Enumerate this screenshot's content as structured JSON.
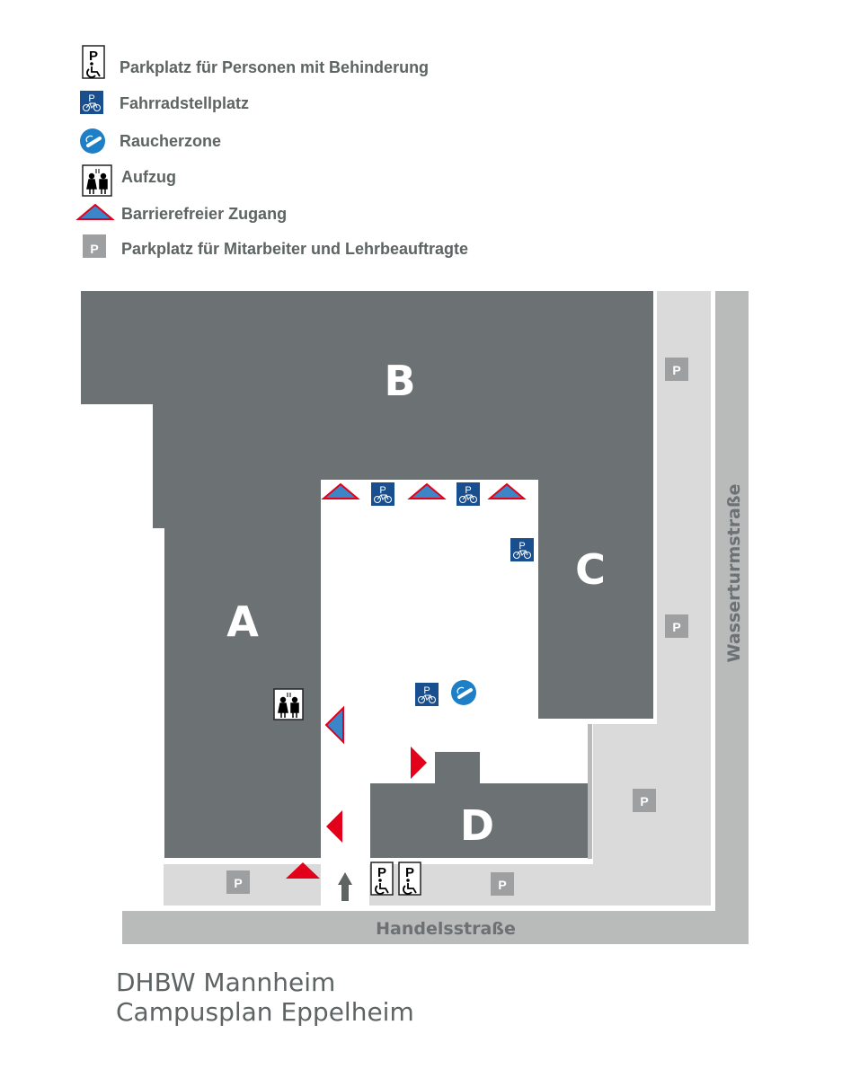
{
  "legend": [
    {
      "icon": "wheelchair-parking-icon",
      "label": "Parkplatz für Personen mit Behinderung"
    },
    {
      "icon": "bicycle-parking-icon",
      "label": "Fahrradstellplatz"
    },
    {
      "icon": "smoking-zone-icon",
      "label": "Raucherzone"
    },
    {
      "icon": "elevator-icon",
      "label": "Aufzug"
    },
    {
      "icon": "accessible-entrance-icon",
      "label": "Barrierefreier Zugang"
    },
    {
      "icon": "staff-parking-icon",
      "label": "Parkplatz für Mitarbeiter und Lehrbeauftragte"
    }
  ],
  "map": {
    "buildings": {
      "a": "A",
      "b": "B",
      "c": "C",
      "d": "D"
    },
    "streets": {
      "bottom": "Handelsstraße",
      "right": "Wasserturmstraße"
    },
    "parking_symbol": "P"
  },
  "title": {
    "line1": "DHBW Mannheim",
    "line2": "Campusplan Eppelheim"
  },
  "colors": {
    "building": "#6c7174",
    "parking_area": "#d9dad9",
    "street": "#b9baba",
    "bike_blue": "#1a4f8f",
    "smoking_blue": "#1e7fc6",
    "entrance_blue": "#3a86c8",
    "accent_red": "#e2001a"
  }
}
